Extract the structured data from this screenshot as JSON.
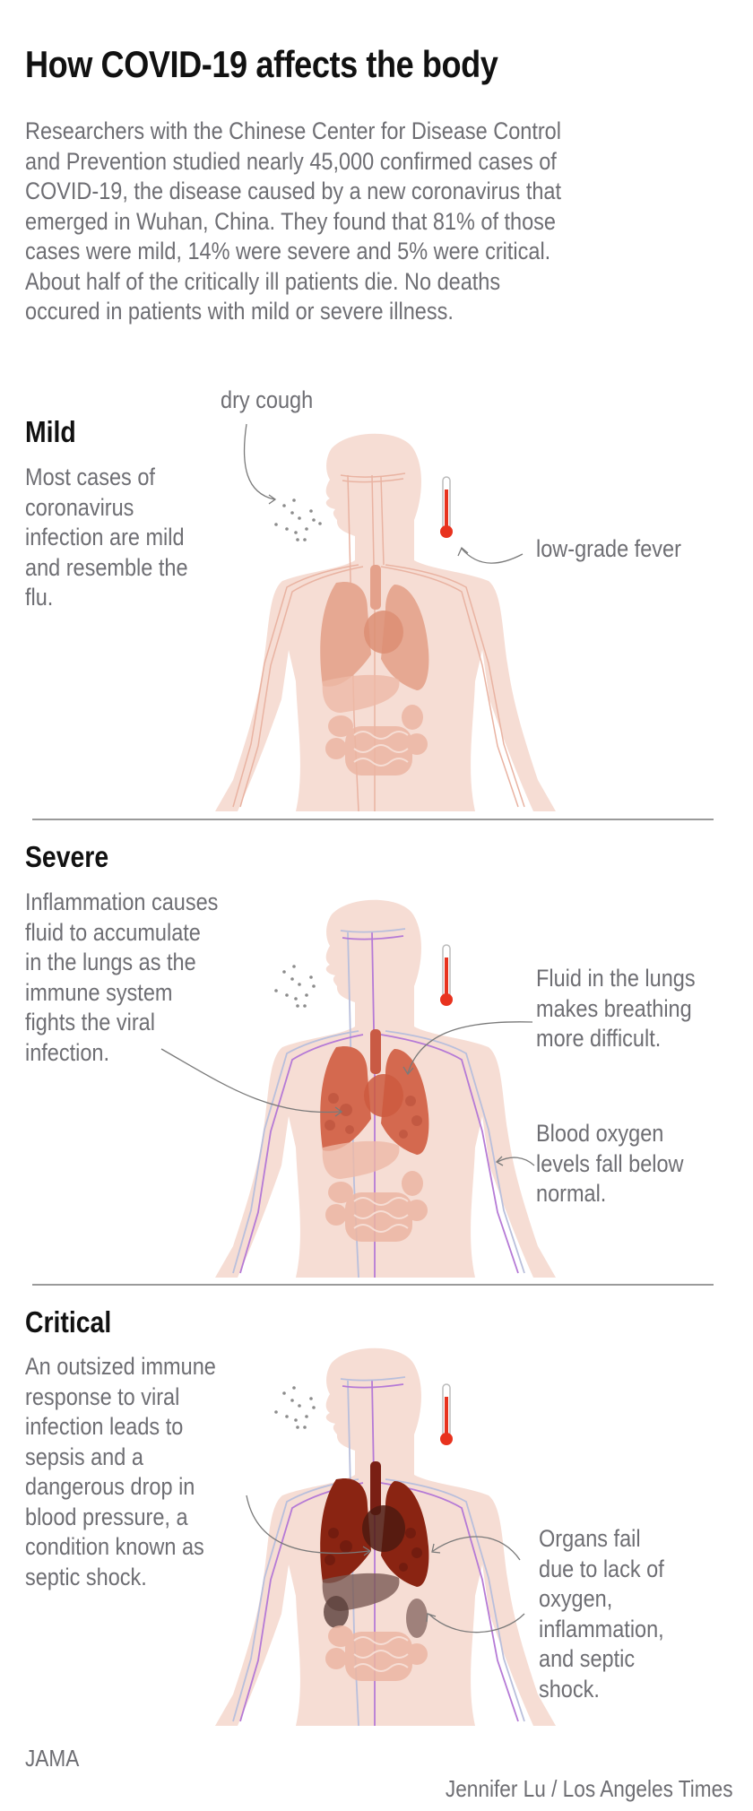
{
  "header": {
    "title": "How COVID-19 affects the body",
    "intro_lines": [
      "Researchers with the Chinese Center for Disease Control",
      "and Prevention studied nearly 45,000 confirmed cases of",
      "COVID-19, the disease caused by a new coronavirus that",
      "emerged in Wuhan, China. They found that 81% of those",
      "cases were mild, 14% were severe and 5% were critical.",
      "About half of the critically ill patients die. No deaths",
      "occured in patients with mild or severe illness."
    ]
  },
  "stats": {
    "cases_studied": "45,000",
    "mild_pct": "81%",
    "severe_pct": "14%",
    "critical_pct": "5%"
  },
  "sections": {
    "mild": {
      "title": "Mild",
      "desc_lines": [
        "Most cases of",
        "coronavirus",
        "infection are mild",
        "and resemble the",
        "flu."
      ],
      "callouts": {
        "cough": [
          "dry cough"
        ],
        "fever": [
          "low-grade fever"
        ]
      }
    },
    "severe": {
      "title": "Severe",
      "desc_lines": [
        "Inflammation causes",
        "fluid to accumulate",
        "in the lungs as the",
        "immune system",
        "fights the viral",
        "infection."
      ],
      "callouts": {
        "lungs": [
          "Fluid in the lungs",
          "makes breathing",
          "more difficult."
        ],
        "oxygen": [
          "Blood oxygen",
          "levels fall below",
          "normal."
        ]
      }
    },
    "critical": {
      "title": "Critical",
      "desc_lines": [
        "An outsized immune",
        "response to viral",
        "infection leads to",
        "sepsis and a",
        "dangerous drop in",
        "blood pressure, a",
        "condition known as",
        "septic shock."
      ],
      "callouts": {
        "organs": [
          "Organs fail",
          "due to lack of",
          "oxygen,",
          "inflammation,",
          "and septic",
          "shock."
        ]
      }
    }
  },
  "colors": {
    "body": "#f6ddd4",
    "organ_mild": "#e6a892",
    "organ_severe": "#d4694f",
    "organ_critical": "#8a2412",
    "organ_dark": "#6e5550",
    "thermometer": "#e8321e",
    "vein_purple": "#b57ad6",
    "vein_blue": "#b9bfdc",
    "text_gray": "#6e6e73",
    "heading": "#111111",
    "divider": "#9a9a9a"
  },
  "footer": {
    "source": "JAMA",
    "credit": "Jennifer Lu / Los Angeles Times"
  }
}
